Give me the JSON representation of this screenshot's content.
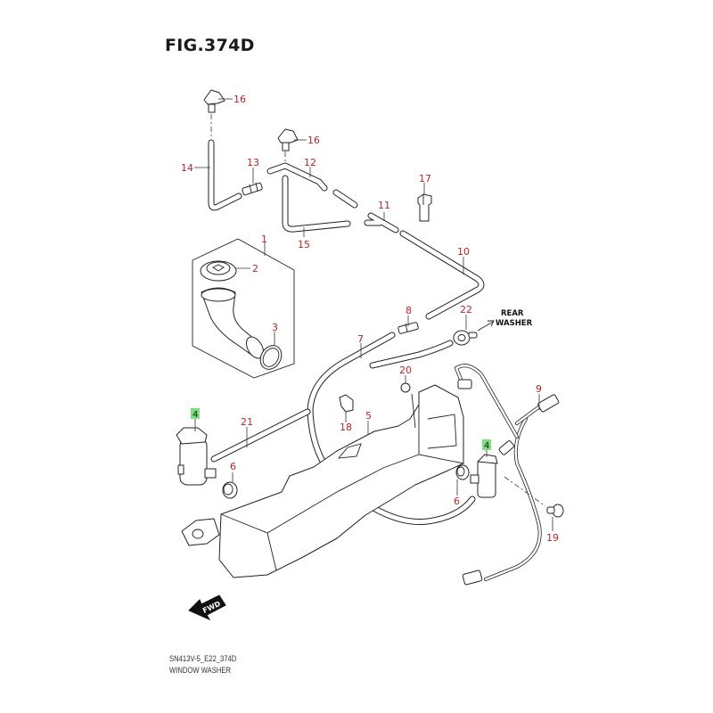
{
  "figure": {
    "title": "FIG.374D",
    "code": "SN413V-5_E22_374D",
    "name": "WINDOW WASHER"
  },
  "callouts": {
    "p1": "1",
    "p2": "2",
    "p3": "3",
    "p4a": "4",
    "p4b": "4",
    "p5": "5",
    "p6a": "6",
    "p6b": "6",
    "p7": "7",
    "p8": "8",
    "p9": "9",
    "p10": "10",
    "p11": "11",
    "p12": "12",
    "p13": "13",
    "p14": "14",
    "p15": "15",
    "p16a": "16",
    "p16b": "16",
    "p17": "17",
    "p18": "18",
    "p19": "19",
    "p20": "20",
    "p21": "21",
    "p22": "22"
  },
  "notes": {
    "rear_line1": "REAR",
    "rear_line2": "WASHER",
    "fwd": "FWD"
  },
  "colors": {
    "callout": "#b3262b",
    "highlight": "#7be07b",
    "line": "#222222"
  }
}
